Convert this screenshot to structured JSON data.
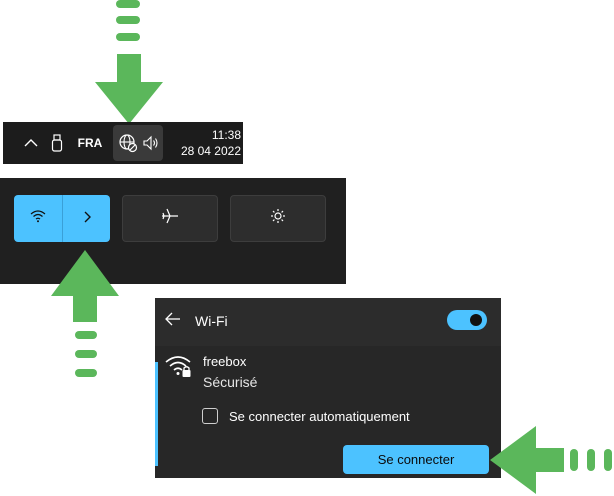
{
  "taskbar": {
    "language": "FRA",
    "time": "11:38",
    "date": "28 04 2022",
    "icons": [
      "chevron-up-icon",
      "usb-icon",
      "network-globe-icon",
      "volume-icon"
    ]
  },
  "quick_settings": {
    "tiles": [
      "wifi-icon",
      "chevron-right-icon",
      "airplane-icon",
      "brightness-icon"
    ]
  },
  "wifi_panel": {
    "title": "Wi-Fi",
    "toggle_on": true,
    "network": {
      "name": "freebox",
      "status": "Sécurisé"
    },
    "autoconnect_label": "Se connecter automatiquement",
    "autoconnect_checked": false,
    "connect_button": "Se connecter"
  },
  "colors": {
    "accent": "#4cc2ff",
    "arrow": "#5bb75b",
    "panel_bg": "#272727"
  }
}
